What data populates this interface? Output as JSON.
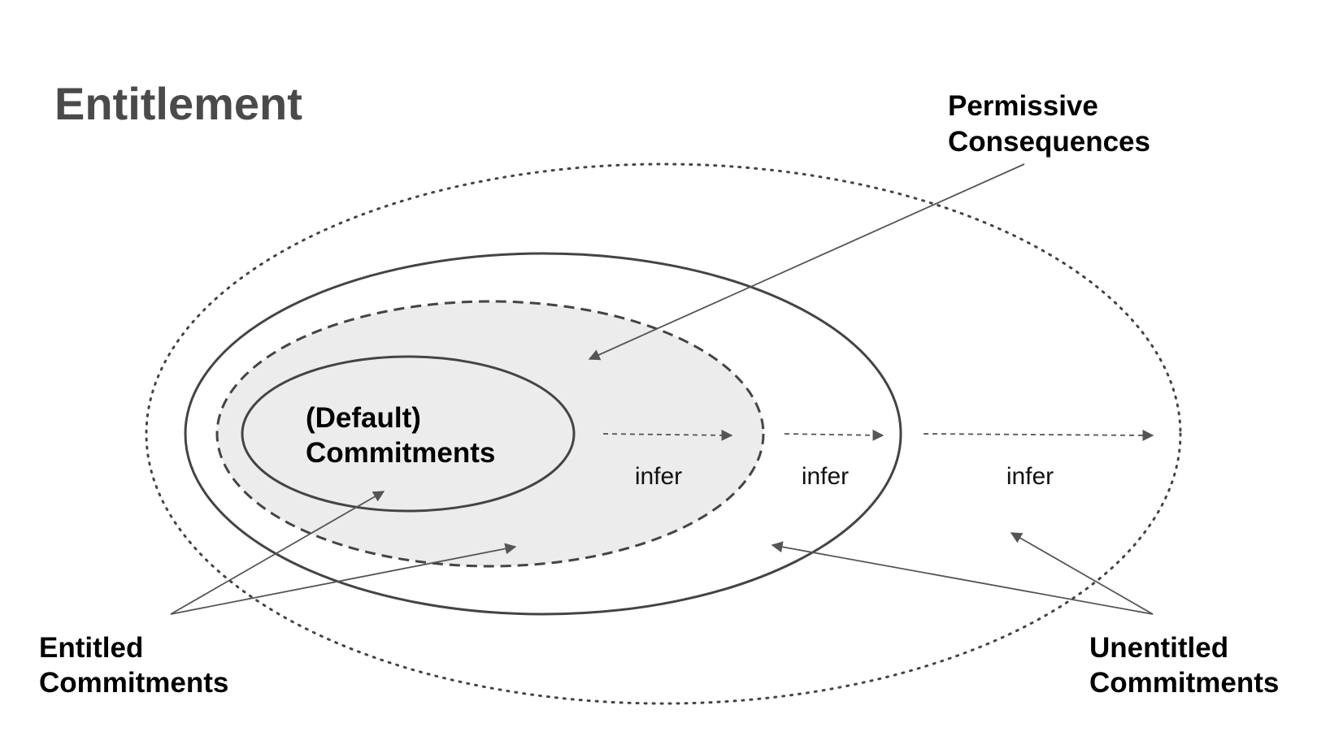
{
  "title": "Entitlement",
  "labels": {
    "permissive_line1": "Permissive",
    "permissive_line2": "Consequences",
    "default_line1": "(Default)",
    "default_line2": "Commitments",
    "entitled_line1": "Entitled",
    "entitled_line2": "Commitments",
    "unentitled_line1": "Unentitled",
    "unentitled_line2": "Commitments"
  },
  "infer_labels": [
    "infer",
    "infer",
    "infer"
  ],
  "colors": {
    "title": "#4a4a4a",
    "ellipse_stroke": "#444444",
    "shaded_fill": "#ececec",
    "arrow": "#555555"
  }
}
